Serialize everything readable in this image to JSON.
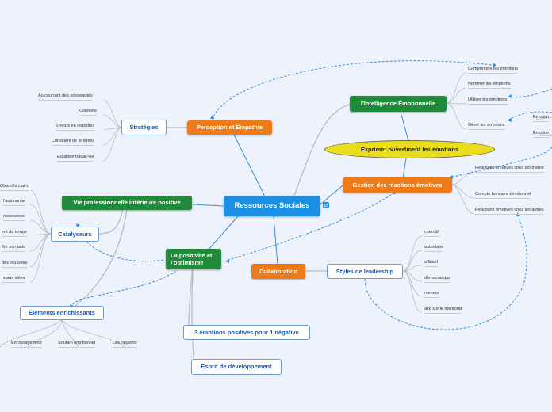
{
  "central": "Ressources Sociales",
  "central_badge": "⇄",
  "emotional_intelligence": {
    "title": "l'Intelligence Émotionnelle",
    "items": [
      "Comprendre les émotions",
      "Nommer les émotions",
      "Utiliser les émotions",
      "Gérer les émotions"
    ],
    "sub": [
      "Émotion",
      "Émotion"
    ]
  },
  "express": "Exprimer ouvertment les émotions",
  "reactions": {
    "title": "Gestion des réactions émotives",
    "items": [
      "Réactions émotives chez soi-même",
      "Compte bancaire émotionnel",
      "Réactions émotives chez les autres"
    ]
  },
  "perception": {
    "title": "Perception et Empathie",
    "strategies": {
      "title": "Stratégies",
      "items": [
        "Au courrant des nouveautés",
        "Contexte",
        "Erreurs en réussites",
        "Conscient de le stress",
        "Équilibre travail-vie"
      ]
    }
  },
  "inner_life": {
    "title": "Vie professionnelle intérieure positive"
  },
  "catalysts": {
    "title": "Catalyseurs",
    "items": [
      "Objectifs clairs",
      "l'autonomie",
      "ressources",
      "ent de temps",
      "ffrir son aide",
      "des réussites",
      "rs aux idées"
    ]
  },
  "positivity": {
    "title": "La positivité et l'optimisme"
  },
  "enriching": {
    "title": "Éléments enrichissants",
    "items": [
      "Encouragement",
      "Soutien émotionnel",
      "Les rapports"
    ]
  },
  "collaboration": {
    "title": "Collaboration",
    "styles": {
      "title": "Styles de leadership",
      "items": [
        "coercitif",
        "autoritaire",
        "affiliatif",
        "démocratique",
        "meneur",
        "axé sur le mentorat"
      ]
    }
  },
  "three_emotions": "3 émotions positives pour 1 négative",
  "growth": "Esprit de développement",
  "colors": {
    "central": "#1a8fe3",
    "green": "#1f8a3a",
    "orange": "#ef7a18",
    "ellipse": "#e9dd1c",
    "link": "#3a8ee0"
  }
}
